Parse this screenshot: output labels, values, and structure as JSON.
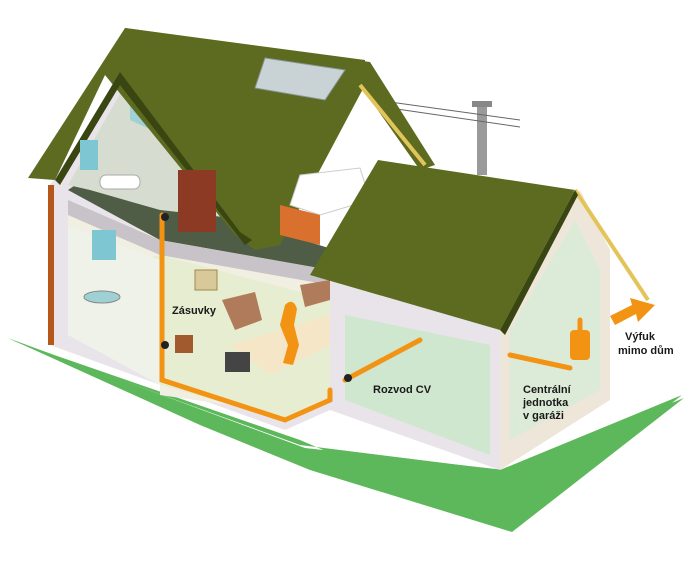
{
  "labels": {
    "outlets": "Zásuvky",
    "distribution": "Rozvod CV",
    "central_unit_line1": "Centrální",
    "central_unit_line2": "jednotka",
    "central_unit_line3": "v garáži",
    "exhaust_line1": "Výfuk",
    "exhaust_line2": "mimo dům"
  },
  "colors": {
    "lawn": "#5db85b",
    "roof": "#5c6b1f",
    "pipe": "#f39314",
    "wall_outer": "#e8e3e8",
    "floor": "#cfe6cf"
  }
}
